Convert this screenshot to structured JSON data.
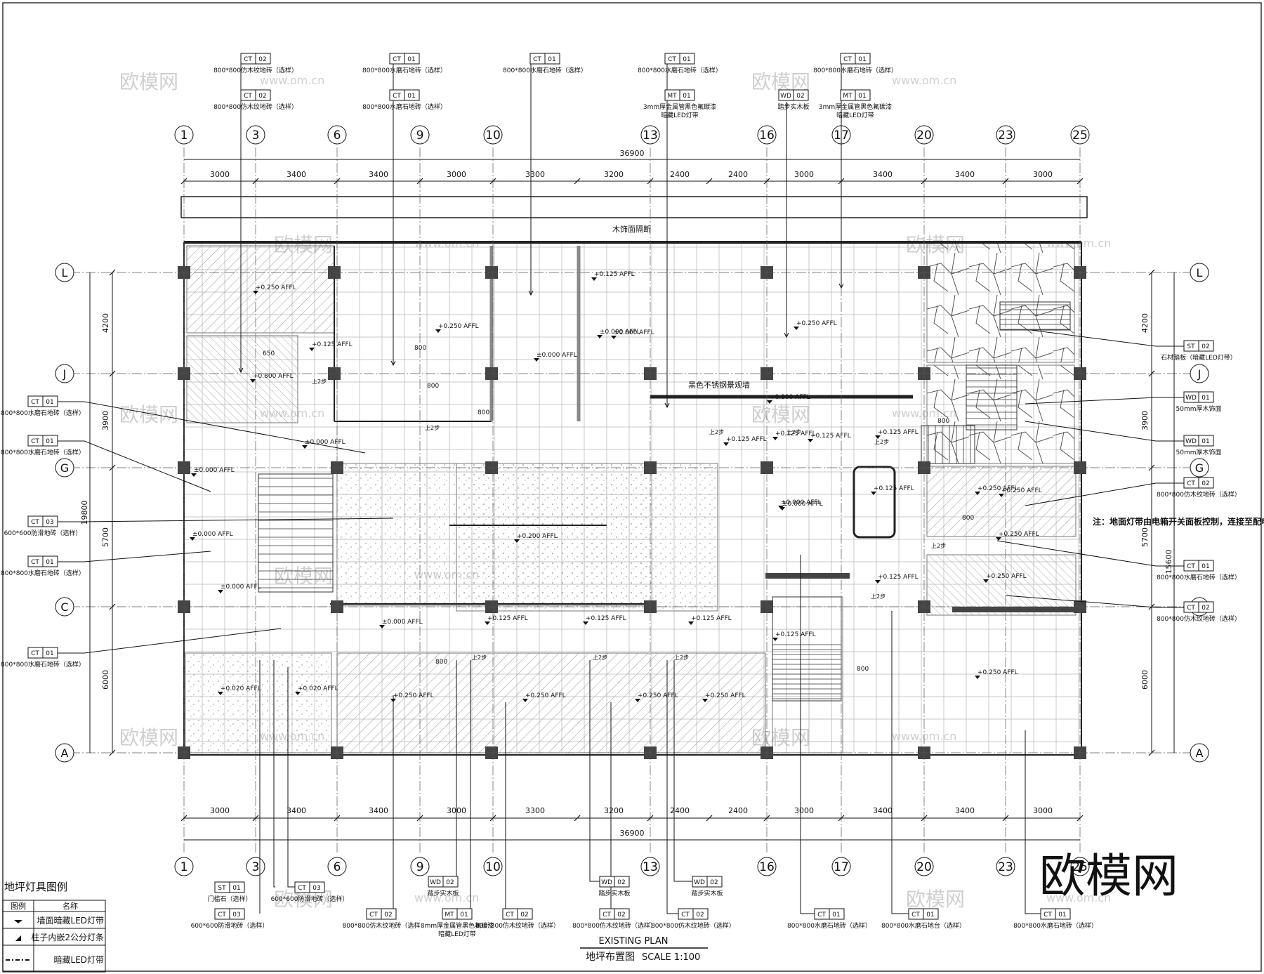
{
  "title": {
    "en": "EXISTING PLAN",
    "cn": "地坪布置图",
    "scale": "SCALE 1:100"
  },
  "note": "注：地面灯带由电箱开关面板控制，连接至配电箱",
  "watermark": {
    "logo": "欧模网",
    "site": "www.om.cn"
  },
  "grid": {
    "columns": [
      "1",
      "3",
      "6",
      "9",
      "10",
      "13",
      "16",
      "17",
      "20",
      "23",
      "25"
    ],
    "rows": [
      "L",
      "J",
      "G",
      "C",
      "A"
    ],
    "top_dims": [
      "3000",
      "3400",
      "3400",
      "3000",
      "3300",
      "3200",
      "2400",
      "2400",
      "3000",
      "3400",
      "3400",
      "3000"
    ],
    "bottom_dims": [
      "3000",
      "3400",
      "3400",
      "3000",
      "3300",
      "3200",
      "2400",
      "2400",
      "3000",
      "3400",
      "3400",
      "3000"
    ],
    "total_width": "36900",
    "left_dims": [
      "4200",
      "3900",
      "5700",
      "6000"
    ],
    "right_dims": [
      "4200",
      "3900",
      "5700",
      "6000"
    ],
    "left_total": "19800",
    "right_total": "15600"
  },
  "inner_labels": {
    "wood_partition": "木饰面隔断",
    "steel_rail": "黑色不锈钢景观墙",
    "step": "上2步",
    "levels": [
      "+0.250 AFFL",
      "±0.000 AFFL",
      "+0.125 AFFL",
      "+0.100 AFFL",
      "+0.200 AFFL",
      "+0.020 AFFL",
      "+0.800 AFFL"
    ],
    "dims": [
      "800",
      "600",
      "650"
    ]
  },
  "tags_top": [
    {
      "code": "CT",
      "num": "02",
      "text": "800*800仿木纹地砖（选样）"
    },
    {
      "code": "CT",
      "num": "02",
      "text": "800*800仿木纹地砖（选样）"
    },
    {
      "code": "CT",
      "num": "01",
      "text": "800*800水磨石地砖（选样）"
    },
    {
      "code": "CT",
      "num": "01",
      "text": "800*800水磨石地砖（选样）"
    },
    {
      "code": "CT",
      "num": "01",
      "text": "800*800水磨石地砖（选样）"
    },
    {
      "code": "CT",
      "num": "01",
      "text": "800*800水磨石地砖（选样）"
    },
    {
      "code": "MT",
      "num": "01",
      "text": "3mm厚金属管黑色氟碳漆",
      "text2": "暗藏LED灯带"
    },
    {
      "code": "WD",
      "num": "02",
      "text": "踏步实木板"
    },
    {
      "code": "CT",
      "num": "01",
      "text": "800*800水磨石地砖（选样）"
    },
    {
      "code": "MT",
      "num": "01",
      "text": "3mm厚金属管黑色氟碳漆",
      "text2": "暗藏LED灯带"
    }
  ],
  "tags_left": [
    {
      "code": "CT",
      "num": "01",
      "text": "800*800水磨石地砖（选样）"
    },
    {
      "code": "CT",
      "num": "01",
      "text": "800*800水磨石地砖（选样）"
    },
    {
      "code": "CT",
      "num": "03",
      "text": "600*600防滑地砖（选样）"
    },
    {
      "code": "CT",
      "num": "01",
      "text": "800*800水磨石地砖（选样）"
    },
    {
      "code": "CT",
      "num": "01",
      "text": "800*800水磨石地砖（选样）"
    }
  ],
  "tags_right": [
    {
      "code": "ST",
      "num": "02",
      "text": "石材踏板（暗藏LED灯带）"
    },
    {
      "code": "WD",
      "num": "01",
      "text": "50mm厚木饰面"
    },
    {
      "code": "WD",
      "num": "01",
      "text": "50mm厚木饰面"
    },
    {
      "code": "CT",
      "num": "02",
      "text": "800*800仿木纹地砖（选样）"
    },
    {
      "code": "CT",
      "num": "01",
      "text": "800*800水磨石地砖（选样）"
    },
    {
      "code": "CT",
      "num": "02",
      "text": "800*800仿木纹地砖（选样）"
    }
  ],
  "tags_bottom": [
    {
      "code": "ST",
      "num": "01",
      "text": "门槛石（选样）"
    },
    {
      "code": "CT",
      "num": "03",
      "text": "600*600防滑地砖（选样）"
    },
    {
      "code": "CT",
      "num": "03",
      "text": "600*600防滑地砖（选样）"
    },
    {
      "code": "CT",
      "num": "02",
      "text": "800*800仿木纹地砖（选样"
    },
    {
      "code": "WD",
      "num": "02",
      "text": "踏步实木板"
    },
    {
      "code": "MT",
      "num": "01",
      "text": "8mm厚金属管黑色氟碳漆",
      "text2": "暗藏LED灯带"
    },
    {
      "code": "CT",
      "num": "02",
      "text": "800*800仿木纹地砖（选样）"
    },
    {
      "code": "WD",
      "num": "02",
      "text": "踏步实木板"
    },
    {
      "code": "CT",
      "num": "02",
      "text": "800*800仿木纹地砖（选样）"
    },
    {
      "code": "WD",
      "num": "02",
      "text": "踏步实木板"
    },
    {
      "code": "CT",
      "num": "02",
      "text": "800*800仿木纹地砖（选样）"
    },
    {
      "code": "CT",
      "num": "01",
      "text": "800*800水磨石地砖（选样）"
    },
    {
      "code": "CT",
      "num": "01",
      "text": "800*800水磨石地台（选样）"
    },
    {
      "code": "CT",
      "num": "01",
      "text": "800*800水磨石地砖（选样）"
    }
  ],
  "legend": {
    "title": "地坪灯具图例",
    "col_icon": "图例",
    "col_name": "名称",
    "rows": [
      {
        "icon": "wall-led-icon",
        "name": "墙面暗藏LED灯带"
      },
      {
        "icon": "column-light-icon",
        "name": "柱子内嵌2公分灯条"
      },
      {
        "icon": "dashed-led-icon",
        "name": "暗藏LED灯带"
      }
    ]
  }
}
